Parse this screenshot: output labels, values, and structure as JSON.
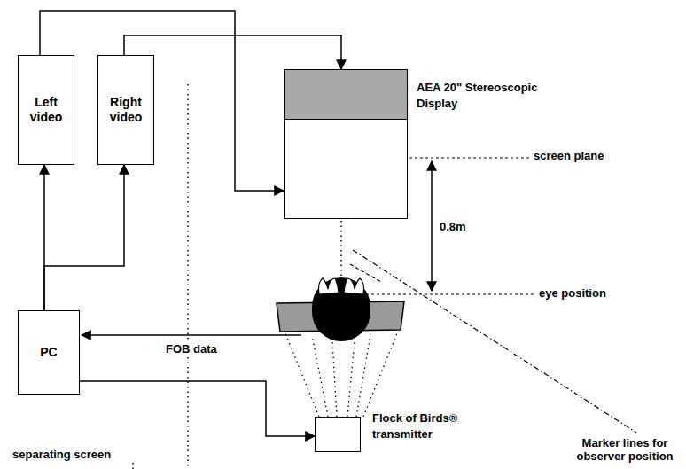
{
  "diagram": {
    "nodes": [
      {
        "text": [
          "Left video"
        ]
      },
      {
        "text": [
          "Right video"
        ]
      },
      {
        "text": [
          "AEA 20\" Stereoscopic Display"
        ]
      },
      {
        "text": [
          "PC"
        ]
      },
      {
        "text": [
          "Flock of Birds® transmitter"
        ]
      }
    ],
    "edges": [
      {
        "from": 3,
        "to": 0,
        "arrow": "to"
      },
      {
        "from": 3,
        "to": 1,
        "arrow": "to"
      },
      {
        "from": 0,
        "to": 2,
        "arrow": "to"
      },
      {
        "from": 1,
        "to": 2,
        "arrow": "to"
      },
      {
        "from": 3,
        "to": 4,
        "arrow": "to"
      }
    ],
    "labels": [
      "screen plane",
      "0.8m",
      "eye position",
      "FOB data",
      "Marker lines for observer position",
      "separating screen"
    ]
  }
}
